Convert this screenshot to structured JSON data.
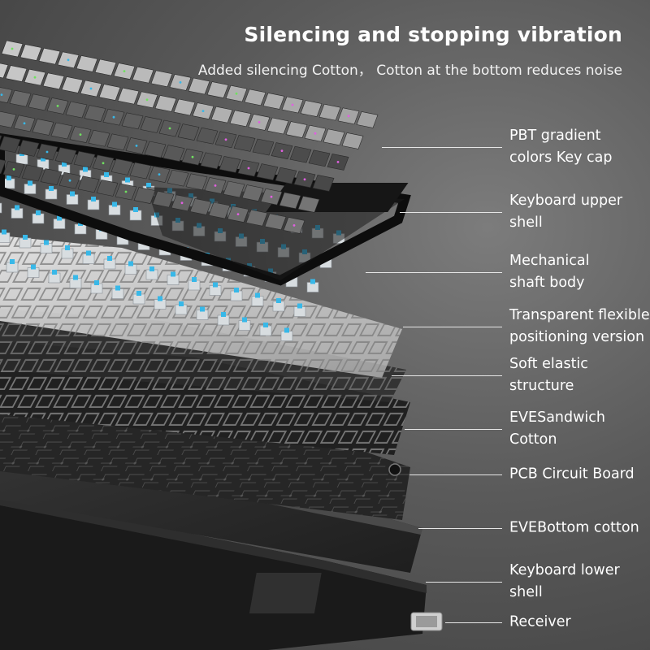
{
  "header": {
    "title": "Silencing and stopping vibration",
    "subtitle": "Added silencing Cotton， Cotton at the bottom reduces noise"
  },
  "layers": [
    {
      "id": "keycap",
      "label": "PBT gradient\ncolors Key cap"
    },
    {
      "id": "upper-shell",
      "label": "Keyboard upper\nshell"
    },
    {
      "id": "switch",
      "label": "Mechanical\nshaft body"
    },
    {
      "id": "plate",
      "label": "Transparent flexible\npositioning version"
    },
    {
      "id": "soft",
      "label": "Soft elastic\nstructure"
    },
    {
      "id": "eve-sandwich",
      "label": "EVESandwich\nCotton"
    },
    {
      "id": "pcb",
      "label": "PCB Circuit Board"
    },
    {
      "id": "eve-bottom",
      "label": "EVEBottom cotton"
    },
    {
      "id": "lower-shell",
      "label": "Keyboard lower\nshell"
    },
    {
      "id": "receiver",
      "label": "Receiver"
    }
  ],
  "colors": {
    "accent_blue": "#38b8e8",
    "accent_pink": "#e060e0",
    "accent_green": "#70e060",
    "leader_line": "#e6e6e6"
  }
}
